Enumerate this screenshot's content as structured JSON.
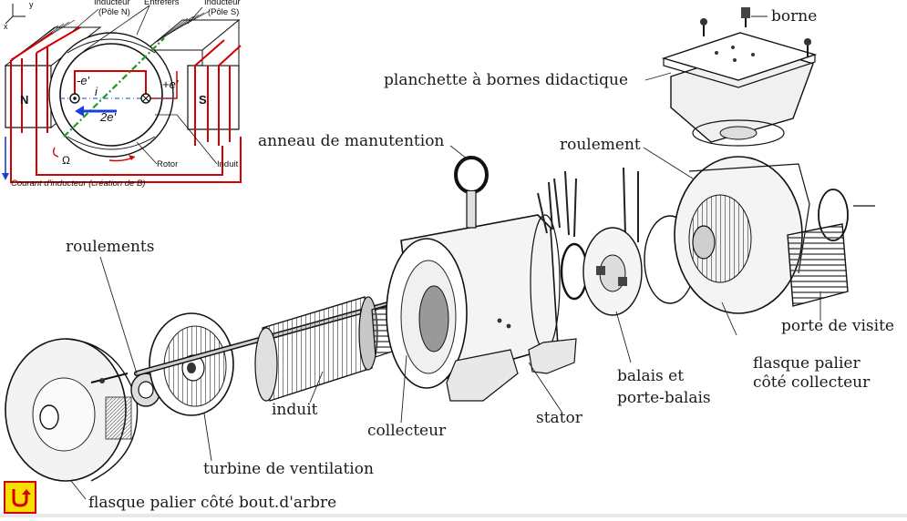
{
  "labels": {
    "borne": "borne",
    "planchette": "planchette à bornes didactique",
    "anneau": "anneau de manutention",
    "roulement": "roulement",
    "roulements": "roulements",
    "porte_visite": "porte de visite",
    "flasque_collecteur_1": "flasque palier",
    "flasque_collecteur_2": "côté collecteur",
    "balais_1": "balais et",
    "balais_2": "porte-balais",
    "stator": "stator",
    "induit": "induit",
    "collecteur": "collecteur",
    "turbine": "turbine de ventilation",
    "flasque_arbre": "flasque palier côté bout.d'arbre"
  },
  "inset": {
    "inducteur_n_1": "Inducteur",
    "inducteur_n_2": "(Pôle N)",
    "entrefers": "Entrefers",
    "inducteur_s_1": "Inducteur",
    "inducteur_s_2": "(Pôle S)",
    "pole_n": "N",
    "pole_s": "S",
    "e_minus": "-e'",
    "e_plus": "+e'",
    "current_i": "i",
    "e_double": "2e'",
    "omega": "Ω",
    "rotor": "Rotor",
    "induit": "Induit",
    "courant": "Courant d'inducteur (création de B)",
    "axis_y": "y",
    "axis_x": "x"
  },
  "colors": {
    "winding": "#d40000",
    "current_arrow": "#1a3fd6",
    "neutral_line": "#1f9a2a",
    "button_bg": "#f7e000",
    "button_border": "#d20000"
  },
  "nav": {
    "return_icon": "return-arrow-icon"
  }
}
